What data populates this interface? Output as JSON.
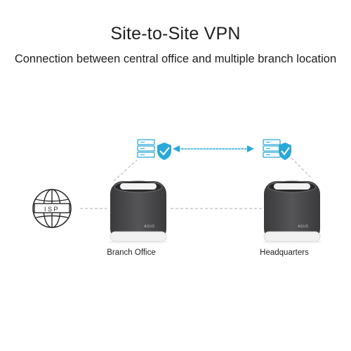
{
  "header": {
    "title": "Site-to-Site VPN",
    "subtitle": "Connection between central office and multiple branch location"
  },
  "nodes": {
    "isp": {
      "label": "ISP",
      "icon": "globe-icon"
    },
    "branch": {
      "label": "Branch Office",
      "icon": "router-icon",
      "brand": "ASUS"
    },
    "hq": {
      "label": "Headquarters",
      "icon": "router-icon",
      "brand": "ASUS"
    }
  },
  "vpn": {
    "server_icon": "secure-server-icon",
    "link_icon": "bidirectional-arrow-icon"
  },
  "colors": {
    "accent": "#29a9d8",
    "accent_light": "#bfe6f4",
    "router_body": "#4a4a4c",
    "router_top": "#2e2e30",
    "dashed_line": "#bdbdbd",
    "text": "#1e1e1e"
  }
}
